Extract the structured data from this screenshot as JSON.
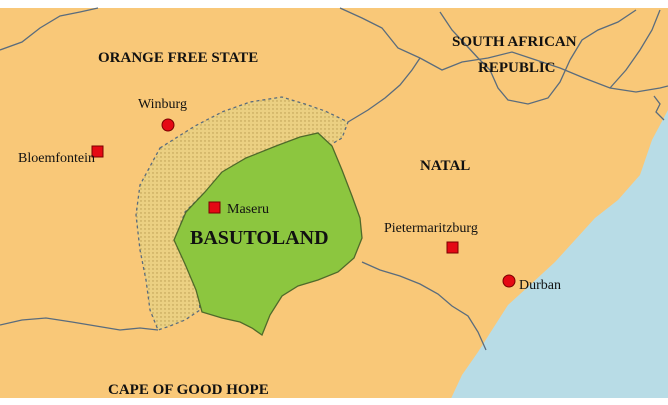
{
  "colors": {
    "land": "#F9C878",
    "sea": "#B8DCE6",
    "territory": "#8CC63F",
    "disputed": "#E9CE7A",
    "border": "#5A6C7D",
    "town_marker": "#E50914"
  },
  "regions": {
    "orange_free_state": "ORANGE FREE STATE",
    "south_african_republic_line1": "SOUTH AFRICAN",
    "south_african_republic_line2": "REPUBLIC",
    "natal": "NATAL",
    "cape": "CAPE OF GOOD HOPE",
    "basutoland": "BASUTOLAND"
  },
  "places": {
    "winburg": {
      "name": "Winburg",
      "marker": "circle"
    },
    "bloemfontein": {
      "name": "Bloemfontein",
      "marker": "square"
    },
    "maseru": {
      "name": "Maseru",
      "marker": "square"
    },
    "pietermaritzburg": {
      "name": "Pietermaritzburg",
      "marker": "square"
    },
    "durban": {
      "name": "Durban",
      "marker": "circle"
    }
  }
}
